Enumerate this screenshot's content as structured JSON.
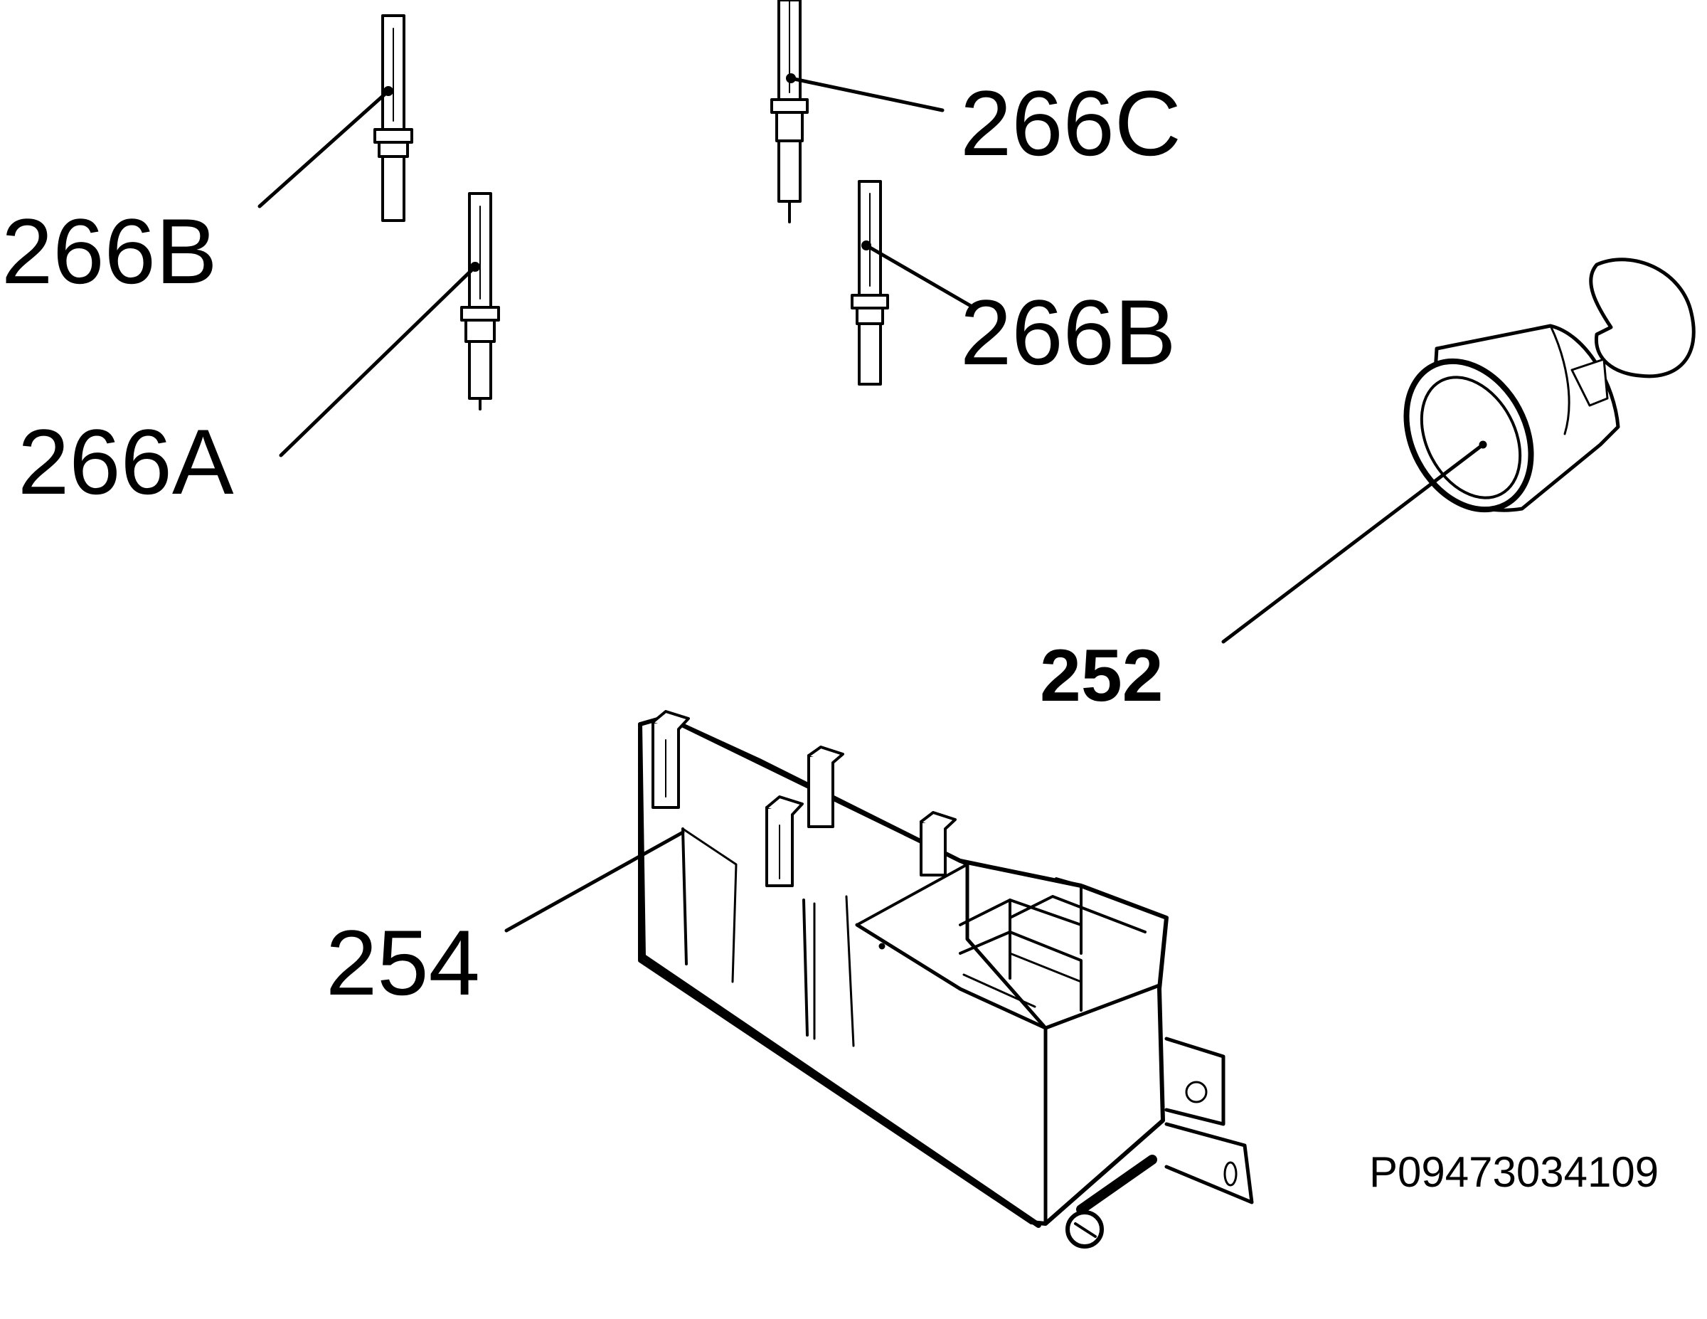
{
  "callouts": {
    "electrode_b_left": "266B",
    "electrode_a": "266A",
    "electrode_c": "266C",
    "electrode_b_right": "266B",
    "push_button": "252",
    "ignition_generator": "254"
  },
  "drawing_code": "P09473034109",
  "colors": {
    "ink": "#000000",
    "paper": "#ffffff"
  }
}
